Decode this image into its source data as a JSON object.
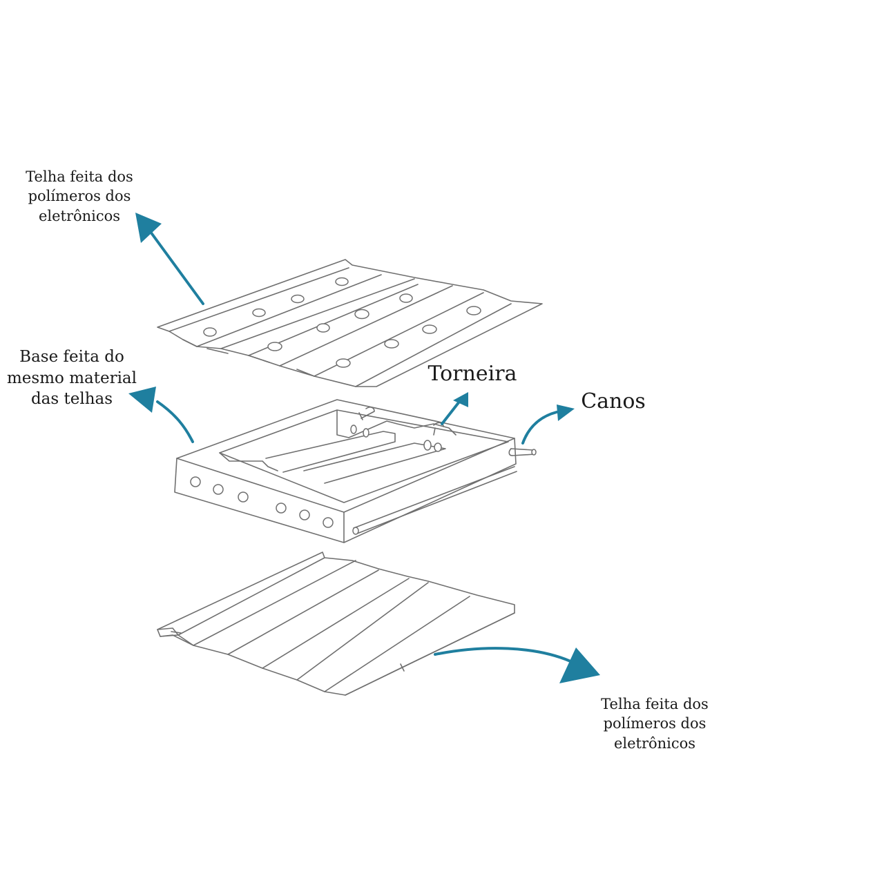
{
  "colors": {
    "arrow": "#1f7f9f",
    "line_art": "#6f6f6f",
    "text": "#1a1a1a",
    "background": "#ffffff"
  },
  "labels": {
    "top_tile": [
      "Telha feita dos",
      "polímeros dos",
      "eletrônicos"
    ],
    "base": [
      "Base feita do",
      "mesmo material",
      "das telhas"
    ],
    "faucet": "Torneira",
    "pipes": "Canos",
    "bottom_tile": [
      "Telha feita dos",
      "polímeros dos",
      "eletrônicos"
    ]
  }
}
